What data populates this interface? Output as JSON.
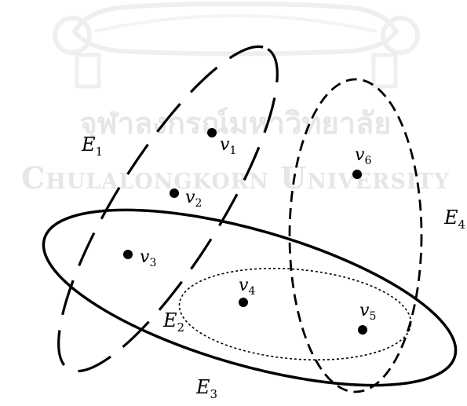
{
  "watermark": {
    "thai_text": "จุฬาลงกรณ์มหาวิทยาลัย",
    "english_text": "Chulalongkorn University"
  },
  "hyperedges": [
    {
      "id": "E1",
      "letter": "E",
      "index": "1"
    },
    {
      "id": "E2",
      "letter": "E",
      "index": "2"
    },
    {
      "id": "E3",
      "letter": "E",
      "index": "3"
    },
    {
      "id": "E4",
      "letter": "E",
      "index": "4"
    }
  ],
  "vertices": [
    {
      "id": "v1",
      "letter": "v",
      "index": "1"
    },
    {
      "id": "v2",
      "letter": "v",
      "index": "2"
    },
    {
      "id": "v3",
      "letter": "v",
      "index": "3"
    },
    {
      "id": "v4",
      "letter": "v",
      "index": "4"
    },
    {
      "id": "v5",
      "letter": "v",
      "index": "5"
    },
    {
      "id": "v6",
      "letter": "v",
      "index": "6"
    }
  ]
}
